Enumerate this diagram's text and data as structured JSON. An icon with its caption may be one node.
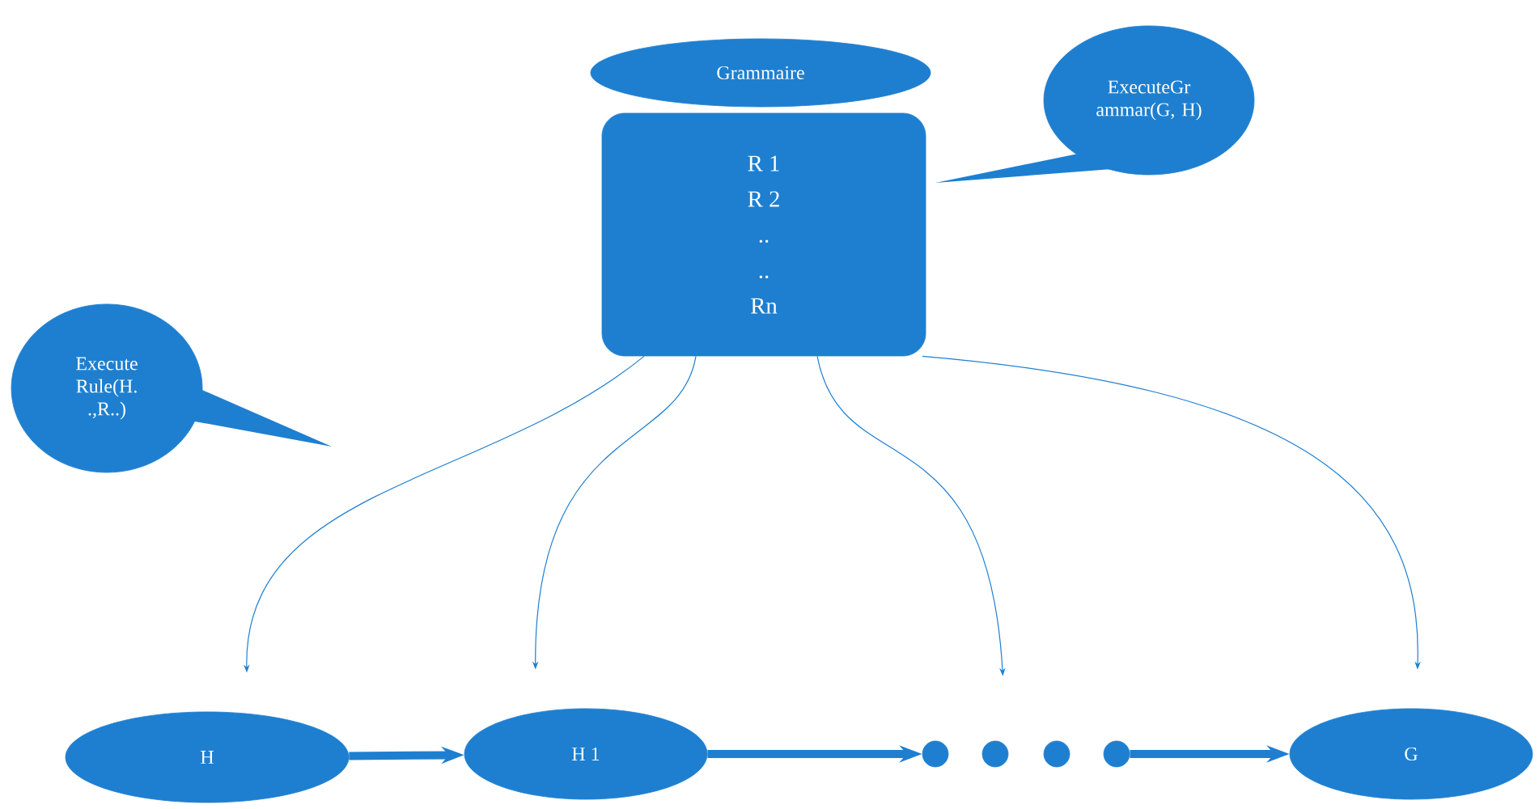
{
  "diagram": {
    "nodes": [
      {
        "text": [
          "Grammaire"
        ]
      },
      {
        "text": [
          "R 1",
          "R 2",
          "..",
          "..",
          "Rn"
        ]
      },
      {
        "text": [
          "ExecuteGr ammar(G, H)"
        ]
      },
      {
        "text": [
          "Execute Rule(H. .,R..)"
        ]
      },
      {
        "text": [
          "H"
        ]
      },
      {
        "text": [
          "H 1"
        ]
      },
      {
        "text": [],
        "shape": "circle"
      },
      {
        "text": [],
        "shape": "circle"
      },
      {
        "text": [],
        "shape": "circle"
      },
      {
        "text": [],
        "shape": "circle"
      },
      {
        "text": [
          "G"
        ]
      }
    ],
    "edges": [
      {
        "from": 1,
        "to": 4,
        "arrow": "to"
      },
      {
        "from": 1,
        "to": 5,
        "arrow": "to"
      },
      {
        "from": 1,
        "to": 7,
        "arrow": "to"
      },
      {
        "from": 1,
        "to": 10,
        "arrow": "to"
      },
      {
        "from": 4,
        "to": 5,
        "arrow": "to",
        "style": "thick"
      },
      {
        "from": 5,
        "to": 6,
        "arrow": "to",
        "style": "thick"
      },
      {
        "from": 9,
        "to": 10,
        "arrow": "to",
        "style": "thick"
      }
    ]
  }
}
